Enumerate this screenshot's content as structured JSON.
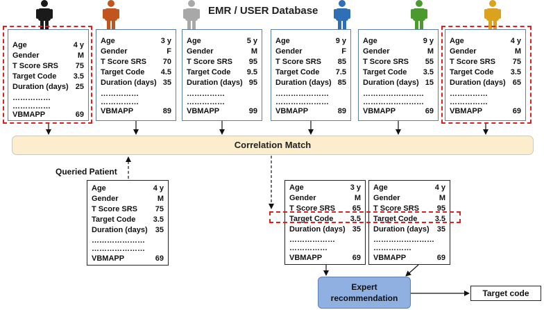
{
  "title": "EMR / USER Database",
  "correlation_label": "Correlation Match",
  "queried_label": "Queried Patient",
  "expert_label_1": "Expert",
  "expert_label_2": "recommendation",
  "target_label": "Target code",
  "colors": {
    "person_black": "#1a1a1a",
    "person_orange": "#c0561e",
    "person_gray": "#a8a8a8",
    "person_blue": "#2f6fb5",
    "person_green": "#4a9a2e",
    "person_gold": "#dba21e",
    "match_bg": "#fcedcc",
    "expert_bg": "#8fb0e0",
    "highlight_red": "#e02020"
  },
  "field_labels": {
    "age": "Age",
    "gender": "Gender",
    "tscore": "T Score SRS",
    "target": "Target Code",
    "duration": "Duration (days)",
    "vbmapp": "VBMAPP"
  },
  "db_cards": [
    {
      "age": "4 y",
      "gender": "M",
      "tscore": "75",
      "target": "3.5",
      "duration": "25",
      "dots1": "……………",
      "dots2": "……………",
      "vbmapp": "69"
    },
    {
      "age": "3 y",
      "gender": "F",
      "tscore": "70",
      "target": "4.5",
      "duration": "35",
      "dots1": "……………",
      "dots2": "……………",
      "vbmapp": "89"
    },
    {
      "age": "5 y",
      "gender": "M",
      "tscore": "95",
      "target": "9.5",
      "duration": "95",
      "dots1": "……………",
      "dots2": "……………",
      "vbmapp": "99"
    },
    {
      "age": "9 y",
      "gender": "F",
      "tscore": "85",
      "target": "7.5",
      "duration": "85",
      "dots1": "…………………",
      "dots2": "…………………",
      "vbmapp": "89"
    },
    {
      "age": "9 y",
      "gender": "M",
      "tscore": "55",
      "target": "3.5",
      "duration": "15",
      "dots1": "……………………",
      "dots2": "……………………",
      "vbmapp": "69"
    },
    {
      "age": "4 y",
      "gender": "M",
      "tscore": "75",
      "target": "3.5",
      "duration": "65",
      "dots1": "……………",
      "dots2": "……………",
      "vbmapp": "69"
    }
  ],
  "query_card": {
    "age": "4 y",
    "gender": "M",
    "tscore": "75",
    "target": "3.5",
    "duration": "35",
    "dots1": "…………………",
    "dots2": "…………………",
    "vbmapp": "69"
  },
  "result_cards": [
    {
      "age": "3 y",
      "gender": "M",
      "tscore": "65",
      "target": "3.5",
      "duration": "35",
      "dots1": "………………",
      "dots2": "……………",
      "vbmapp": "69"
    },
    {
      "age": "4 y",
      "gender": "M",
      "tscore": "95",
      "target": "3.5",
      "duration": "35",
      "dots1": "……………………",
      "dots2": "……………",
      "vbmapp": "69"
    }
  ]
}
